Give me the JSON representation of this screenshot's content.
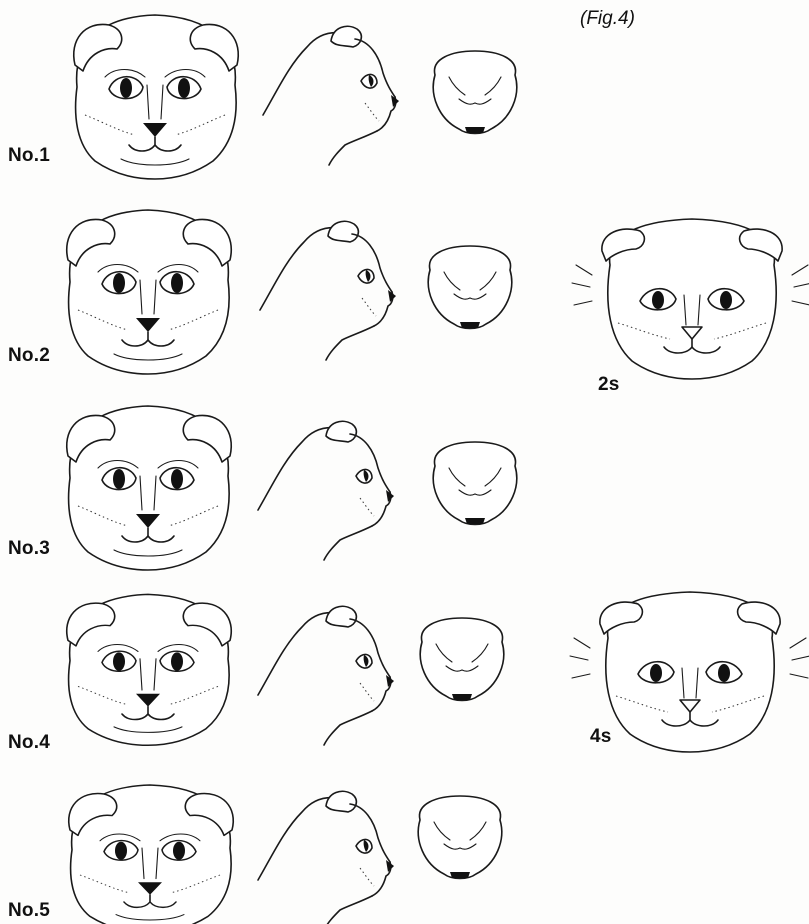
{
  "figure_label": "(Fig.4)",
  "rows": [
    {
      "label": "No.1"
    },
    {
      "label": "No.2"
    },
    {
      "label": "No.3"
    },
    {
      "label": "No.4"
    },
    {
      "label": "No.5"
    }
  ],
  "side_labels": [
    "2s",
    "4s"
  ]
}
